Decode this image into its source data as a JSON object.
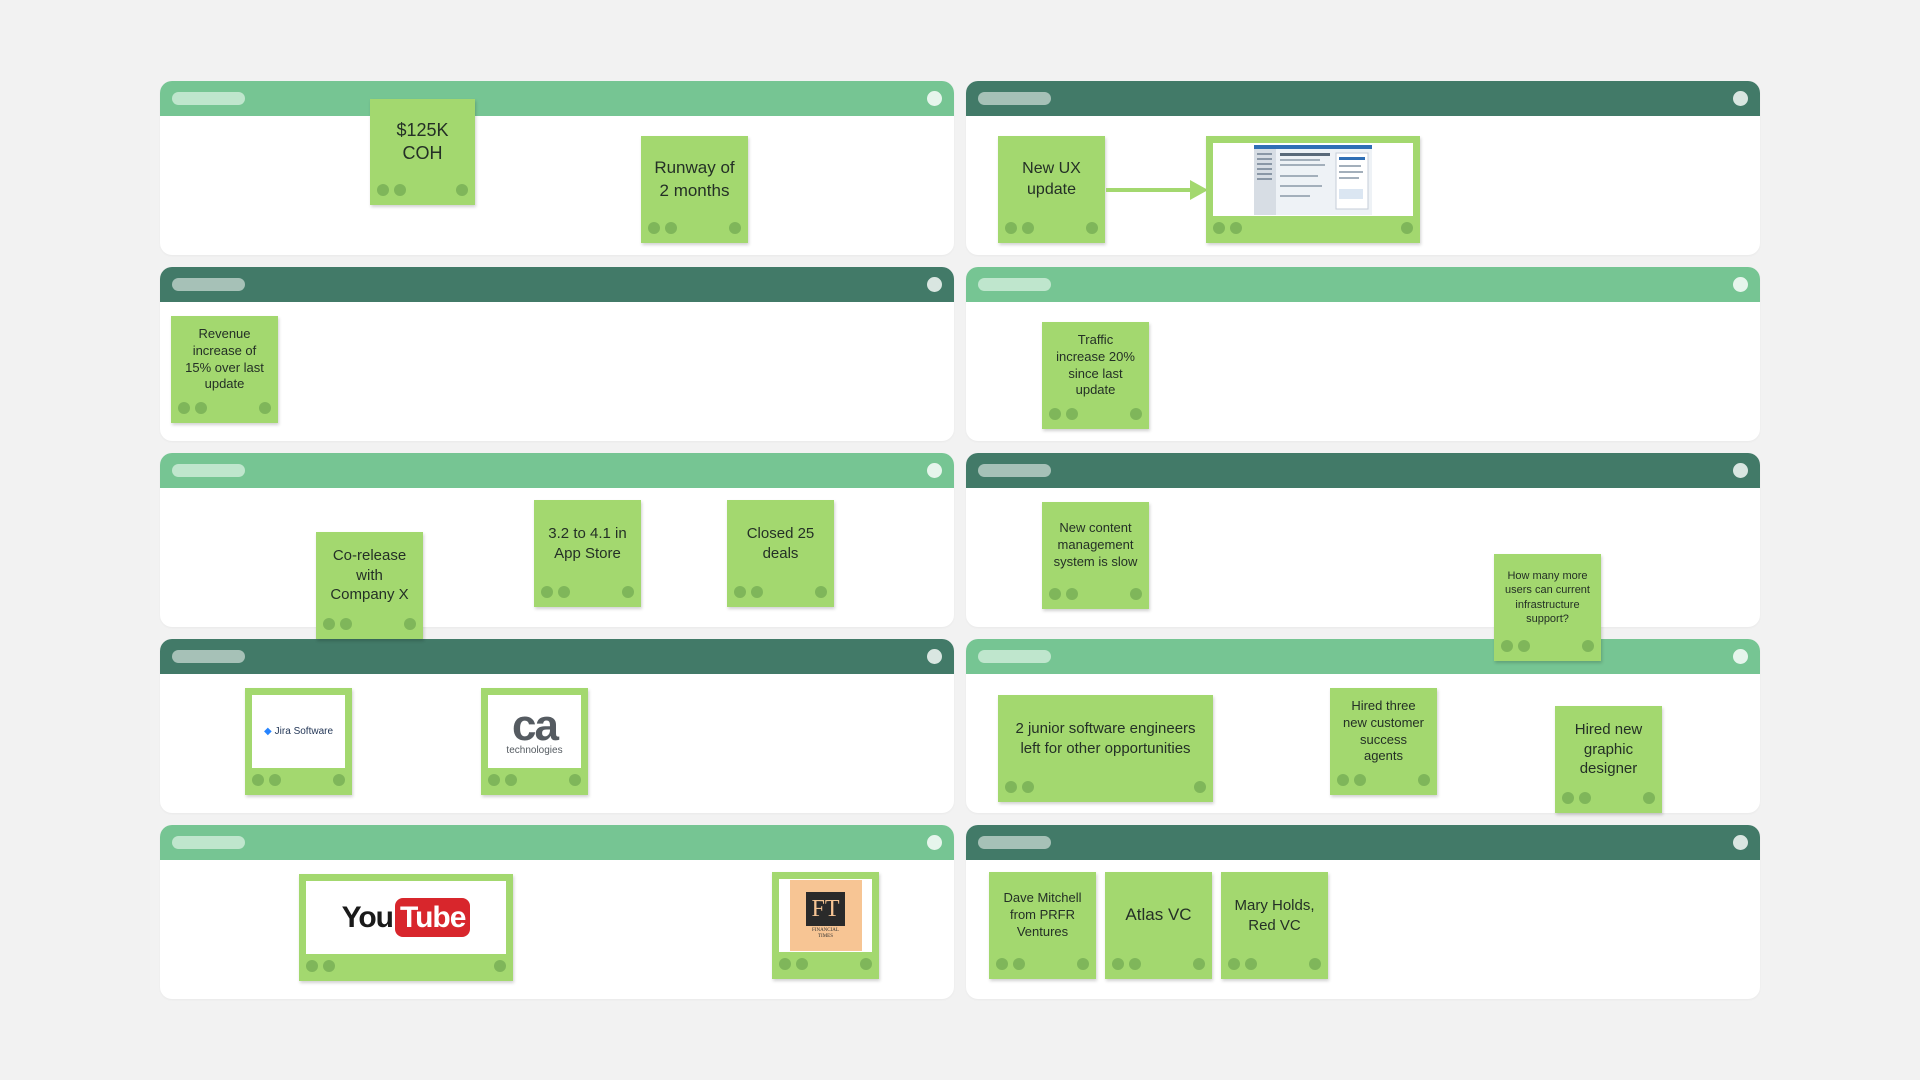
{
  "notes": {
    "coh": "$125K\nCOH",
    "runway": "Runway of\n2 months",
    "ux": "New UX\nupdate",
    "revenue": "Revenue\nincrease of\n15% over last\nupdate",
    "traffic": "Traffic\nincrease 20%\nsince last\nupdate",
    "corelease": "Co-release\nwith\nCompany X",
    "appstore": "3.2 to 4.1 in\nApp Store",
    "deals": "Closed 25\ndeals",
    "cms": "New content\nmanagement\nsystem is slow",
    "infra": "How many more\nusers can current\ninfrastructure\nsupport?",
    "juniors": "2 junior software engineers\nleft for other opportunities",
    "agents": "Hired three\nnew customer\nsuccess\nagents",
    "designer": "Hired new\ngraphic\ndesigner",
    "mitchell": "Dave Mitchell\nfrom PRFR\nVentures",
    "atlas": "Atlas VC",
    "maryholds": "Mary Holds,\nRed VC"
  },
  "logos": {
    "jira": "Jira Software",
    "ca_big": "ca",
    "ca_small": "technologies",
    "youtube_you": "You",
    "youtube_tube": "Tube",
    "ft_big": "FT",
    "ft_small": "FINANCIAL TIMES"
  },
  "colors": {
    "header_light": "#76c593",
    "header_dark": "#427a68",
    "sticky": "#a3d86f",
    "sticky_dot": "#7fb65a",
    "background": "#f2f2f2"
  }
}
